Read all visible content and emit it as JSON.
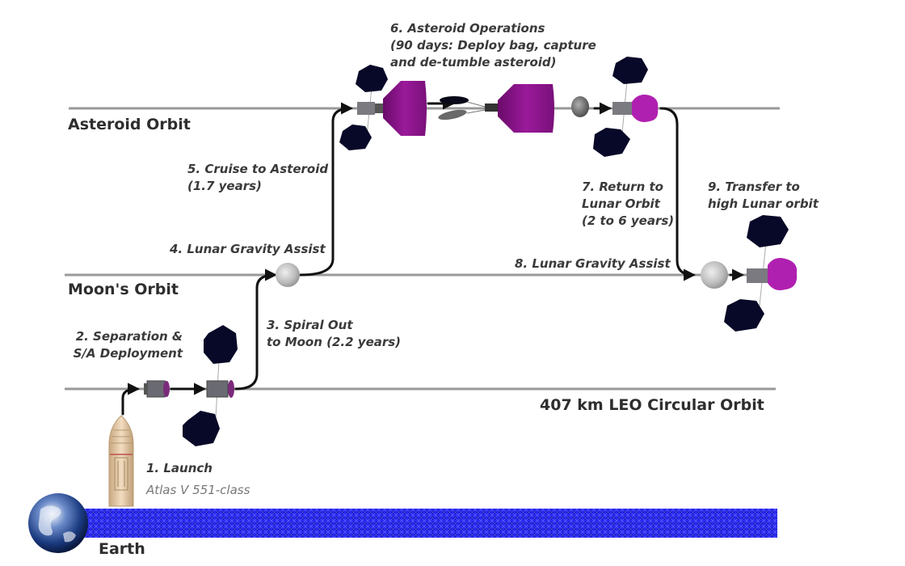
{
  "title": "Asteroid Redirect Mission Concept of Operations",
  "orbits": {
    "asteroid": "Asteroid Orbit",
    "moon": "Moon's Orbit",
    "leo": "407 km LEO Circular Orbit",
    "earth": "Earth"
  },
  "steps": [
    {
      "id": 1,
      "lines": [
        "1. Launch"
      ],
      "sub": "Atlas V 551-class"
    },
    {
      "id": 2,
      "lines": [
        "2. Separation &",
        "S/A Deployment"
      ]
    },
    {
      "id": 3,
      "lines": [
        "3. Spiral Out",
        "to Moon (2.2 years)"
      ]
    },
    {
      "id": 4,
      "lines": [
        "4. Lunar Gravity Assist"
      ]
    },
    {
      "id": 5,
      "lines": [
        "5. Cruise to Asteroid",
        "(1.7 years)"
      ]
    },
    {
      "id": 6,
      "lines": [
        "6. Asteroid Operations",
        "(90 days: Deploy bag, capture",
        "and de-tumble asteroid)"
      ]
    },
    {
      "id": 7,
      "lines": [
        "7. Return to",
        "Lunar Orbit",
        "(2 to 6 years)"
      ]
    },
    {
      "id": 8,
      "lines": [
        "8. Lunar Gravity Assist"
      ]
    },
    {
      "id": 9,
      "lines": [
        "9. Transfer to",
        "high Lunar orbit"
      ]
    }
  ],
  "colors": {
    "orbit_line": "#9a9a9a",
    "path": "#111111",
    "solar_array": "#0a0a2a",
    "capture_bag": "#8a1a8a",
    "earth_band": "#1a1ae0",
    "rocket": "#e8c8a0",
    "moon": "#c8c8c8"
  }
}
